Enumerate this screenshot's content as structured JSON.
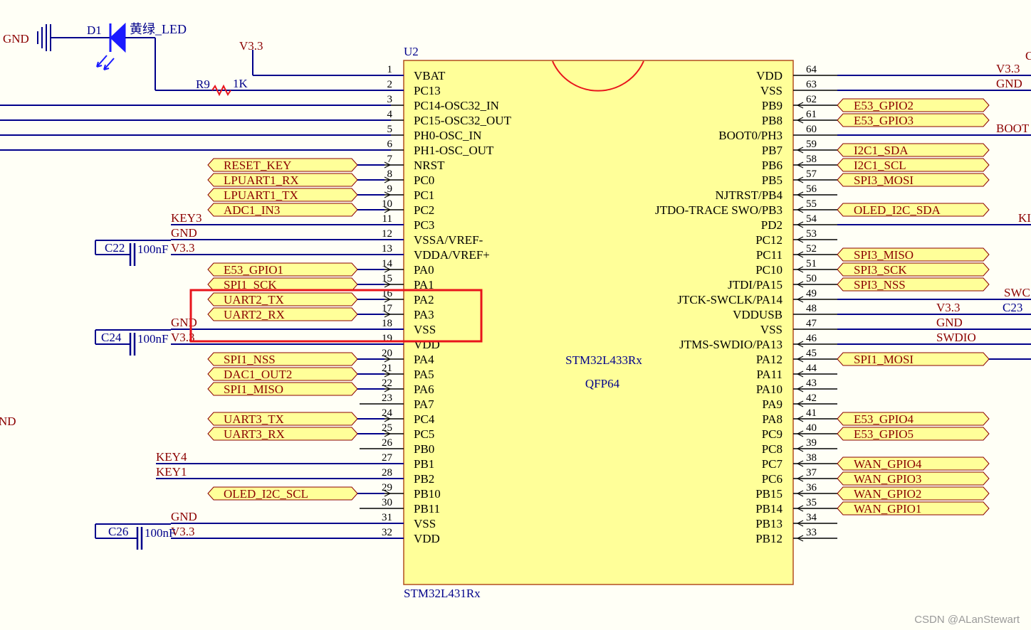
{
  "colors": {
    "wire": "#00008b",
    "pinLabel": "#000000",
    "netLabel": "#8b0000",
    "flagFill": "#ffff99",
    "flagStroke": "#8b0000",
    "bodyFill": "#ffff99",
    "bodyStroke": "#b24e1f",
    "blueText": "#00008b",
    "highlight": "#e8141c",
    "led": "#1a1aff"
  },
  "chip": {
    "designator": "U2",
    "value": "STM32L433Rx",
    "package": "QFP64",
    "comment": "STM32L431Rx"
  },
  "left_pins": [
    {
      "num": "1",
      "name": "VBAT"
    },
    {
      "num": "2",
      "name": "PC13"
    },
    {
      "num": "3",
      "name": "PC14-OSC32_IN"
    },
    {
      "num": "4",
      "name": "PC15-OSC32_OUT"
    },
    {
      "num": "5",
      "name": "PH0-OSC_IN"
    },
    {
      "num": "6",
      "name": "PH1-OSC_OUT"
    },
    {
      "num": "7",
      "name": "NRST"
    },
    {
      "num": "8",
      "name": "PC0"
    },
    {
      "num": "9",
      "name": "PC1"
    },
    {
      "num": "10",
      "name": "PC2"
    },
    {
      "num": "11",
      "name": "PC3"
    },
    {
      "num": "12",
      "name": "VSSA/VREF-"
    },
    {
      "num": "13",
      "name": "VDDA/VREF+"
    },
    {
      "num": "14",
      "name": "PA0"
    },
    {
      "num": "15",
      "name": "PA1"
    },
    {
      "num": "16",
      "name": "PA2"
    },
    {
      "num": "17",
      "name": "PA3"
    },
    {
      "num": "18",
      "name": "VSS"
    },
    {
      "num": "19",
      "name": "VDD"
    },
    {
      "num": "20",
      "name": "PA4"
    },
    {
      "num": "21",
      "name": "PA5"
    },
    {
      "num": "22",
      "name": "PA6"
    },
    {
      "num": "23",
      "name": "PA7"
    },
    {
      "num": "24",
      "name": "PC4"
    },
    {
      "num": "25",
      "name": "PC5"
    },
    {
      "num": "26",
      "name": "PB0"
    },
    {
      "num": "27",
      "name": "PB1"
    },
    {
      "num": "28",
      "name": "PB2"
    },
    {
      "num": "29",
      "name": "PB10"
    },
    {
      "num": "30",
      "name": "PB11"
    },
    {
      "num": "31",
      "name": "VSS"
    },
    {
      "num": "32",
      "name": "VDD"
    }
  ],
  "right_pins": [
    {
      "num": "64",
      "name": "VDD"
    },
    {
      "num": "63",
      "name": "VSS"
    },
    {
      "num": "62",
      "name": "PB9"
    },
    {
      "num": "61",
      "name": "PB8"
    },
    {
      "num": "60",
      "name": "BOOT0/PH3"
    },
    {
      "num": "59",
      "name": "PB7"
    },
    {
      "num": "58",
      "name": "PB6"
    },
    {
      "num": "57",
      "name": "PB5"
    },
    {
      "num": "56",
      "name": "NJTRST/PB4"
    },
    {
      "num": "55",
      "name": "JTDO-TRACE  SWO/PB3"
    },
    {
      "num": "54",
      "name": "PD2"
    },
    {
      "num": "53",
      "name": "PC12"
    },
    {
      "num": "52",
      "name": "PC11"
    },
    {
      "num": "51",
      "name": "PC10"
    },
    {
      "num": "50",
      "name": "JTDI/PA15"
    },
    {
      "num": "49",
      "name": "JTCK-SWCLK/PA14"
    },
    {
      "num": "48",
      "name": "VDDUSB"
    },
    {
      "num": "47",
      "name": "VSS"
    },
    {
      "num": "46",
      "name": "JTMS-SWDIO/PA13"
    },
    {
      "num": "45",
      "name": "PA12"
    },
    {
      "num": "44",
      "name": "PA11"
    },
    {
      "num": "43",
      "name": "PA10"
    },
    {
      "num": "42",
      "name": "PA9"
    },
    {
      "num": "41",
      "name": "PA8"
    },
    {
      "num": "40",
      "name": "PC9"
    },
    {
      "num": "39",
      "name": "PC8"
    },
    {
      "num": "38",
      "name": "PC7"
    },
    {
      "num": "37",
      "name": "PC6"
    },
    {
      "num": "36",
      "name": "PB15"
    },
    {
      "num": "35",
      "name": "PB14"
    },
    {
      "num": "34",
      "name": "PB13"
    },
    {
      "num": "33",
      "name": "PB12"
    }
  ],
  "left_flags": [
    {
      "text": "RESET_KEY",
      "row": "7"
    },
    {
      "text": "LPUART1_RX",
      "row": "8"
    },
    {
      "text": "LPUART1_TX",
      "row": "9"
    },
    {
      "text": "ADC1_IN3",
      "row": "10"
    },
    {
      "text": "E53_GPIO1",
      "row": "14"
    },
    {
      "text": "SPI1_SCK",
      "row": "15"
    },
    {
      "text": "UART2_TX",
      "row": "16"
    },
    {
      "text": "UART2_RX",
      "row": "17"
    },
    {
      "text": "SPI1_NSS",
      "row": "20"
    },
    {
      "text": "DAC1_OUT2",
      "row": "21"
    },
    {
      "text": "SPI1_MISO",
      "row": "22"
    },
    {
      "text": "UART3_TX",
      "row": "24"
    },
    {
      "text": "UART3_RX",
      "row": "25"
    },
    {
      "text": "OLED_I2C_SCL",
      "row": "29"
    }
  ],
  "right_flags": [
    {
      "text": "E53_GPIO2",
      "row": "62"
    },
    {
      "text": "E53_GPIO3",
      "row": "61"
    },
    {
      "text": "I2C1_SDA",
      "row": "59"
    },
    {
      "text": "I2C1_SCL",
      "row": "58"
    },
    {
      "text": "SPI3_MOSI",
      "row": "57"
    },
    {
      "text": "OLED_I2C_SDA",
      "row": "55"
    },
    {
      "text": "SPI3_MISO",
      "row": "52"
    },
    {
      "text": "SPI3_SCK",
      "row": "51"
    },
    {
      "text": "SPI3_NSS",
      "row": "50"
    },
    {
      "text": "SPI1_MOSI",
      "row": "45"
    },
    {
      "text": "E53_GPIO4",
      "row": "41"
    },
    {
      "text": "E53_GPIO5",
      "row": "40"
    },
    {
      "text": "WAN_GPIO4",
      "row": "38"
    },
    {
      "text": "WAN_GPIO3",
      "row": "37"
    },
    {
      "text": "WAN_GPIO2",
      "row": "36"
    },
    {
      "text": "WAN_GPIO1",
      "row": "35"
    }
  ],
  "left_nets": [
    {
      "text": "KEY3",
      "row": "11"
    },
    {
      "text": "GND",
      "row": "12"
    },
    {
      "text": "V3.3",
      "row": "13"
    },
    {
      "text": "GND",
      "row": "18"
    },
    {
      "text": "V3.3",
      "row": "19"
    },
    {
      "text": "KEY4",
      "row": "27"
    },
    {
      "text": "KEY1",
      "row": "28"
    },
    {
      "text": "GND",
      "row": "31"
    },
    {
      "text": "V3.3",
      "row": "32"
    }
  ],
  "right_nets": [
    {
      "text": "V3.3",
      "row": "64"
    },
    {
      "text": "GND",
      "row": "63"
    },
    {
      "text": "BOOT",
      "row": "60"
    },
    {
      "text": "KI",
      "row": "54"
    },
    {
      "text": "SWC",
      "row": "49"
    },
    {
      "text": "V3.3",
      "row": "48"
    },
    {
      "text": "GND",
      "row": "47"
    },
    {
      "text": "SWDIO",
      "row": "46"
    },
    {
      "text": "C",
      "row": "64"
    }
  ],
  "caps": [
    {
      "ref": "C22",
      "val": "100nF",
      "row": "13"
    },
    {
      "ref": "C24",
      "val": "100nF",
      "row": "19"
    },
    {
      "ref": "C26",
      "val": "100nF",
      "row": "32"
    },
    {
      "ref": "C23",
      "row": "48"
    }
  ],
  "top_parts": {
    "gnd": "GND",
    "led_ref": "D1",
    "led_val": "黄绿_LED",
    "v33": "V3.3",
    "r_ref": "R9",
    "r_val": "1K"
  },
  "misc": {
    "left_edge_label": "ND"
  },
  "watermark": "CSDN @ALanStewart"
}
